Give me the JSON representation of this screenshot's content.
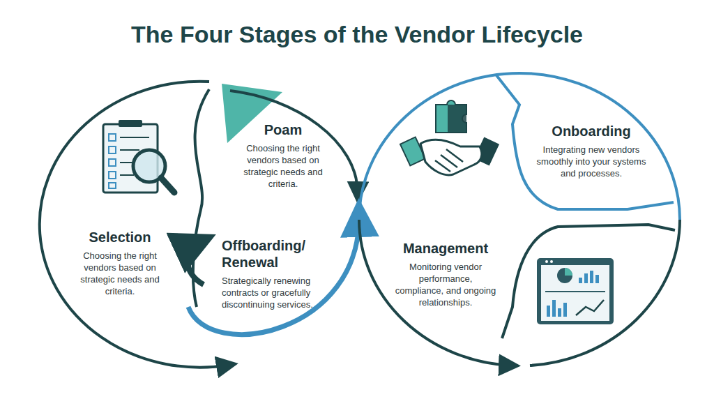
{
  "diagram": {
    "title": "The Four Stages of the Vendor Lifecycle",
    "nodes": [
      {
        "text": [
          "Poam",
          "Choosing the right vendors based on strategic needs and criteria."
        ]
      },
      {
        "text": [
          "Onboarding",
          "Integrating new vendors smoothly into your systems and processes."
        ]
      },
      {
        "text": [
          "Selection",
          "Choosing the right vendors based on strategic needs and criteria."
        ]
      },
      {
        "text": [
          "Offboarding/ Renewal",
          "Strategically renewing contracts or gracefully discontinuing services."
        ]
      },
      {
        "text": [
          "Management",
          "Monitoring vendor performance, compliance, and ongoing relationships."
        ]
      }
    ]
  }
}
